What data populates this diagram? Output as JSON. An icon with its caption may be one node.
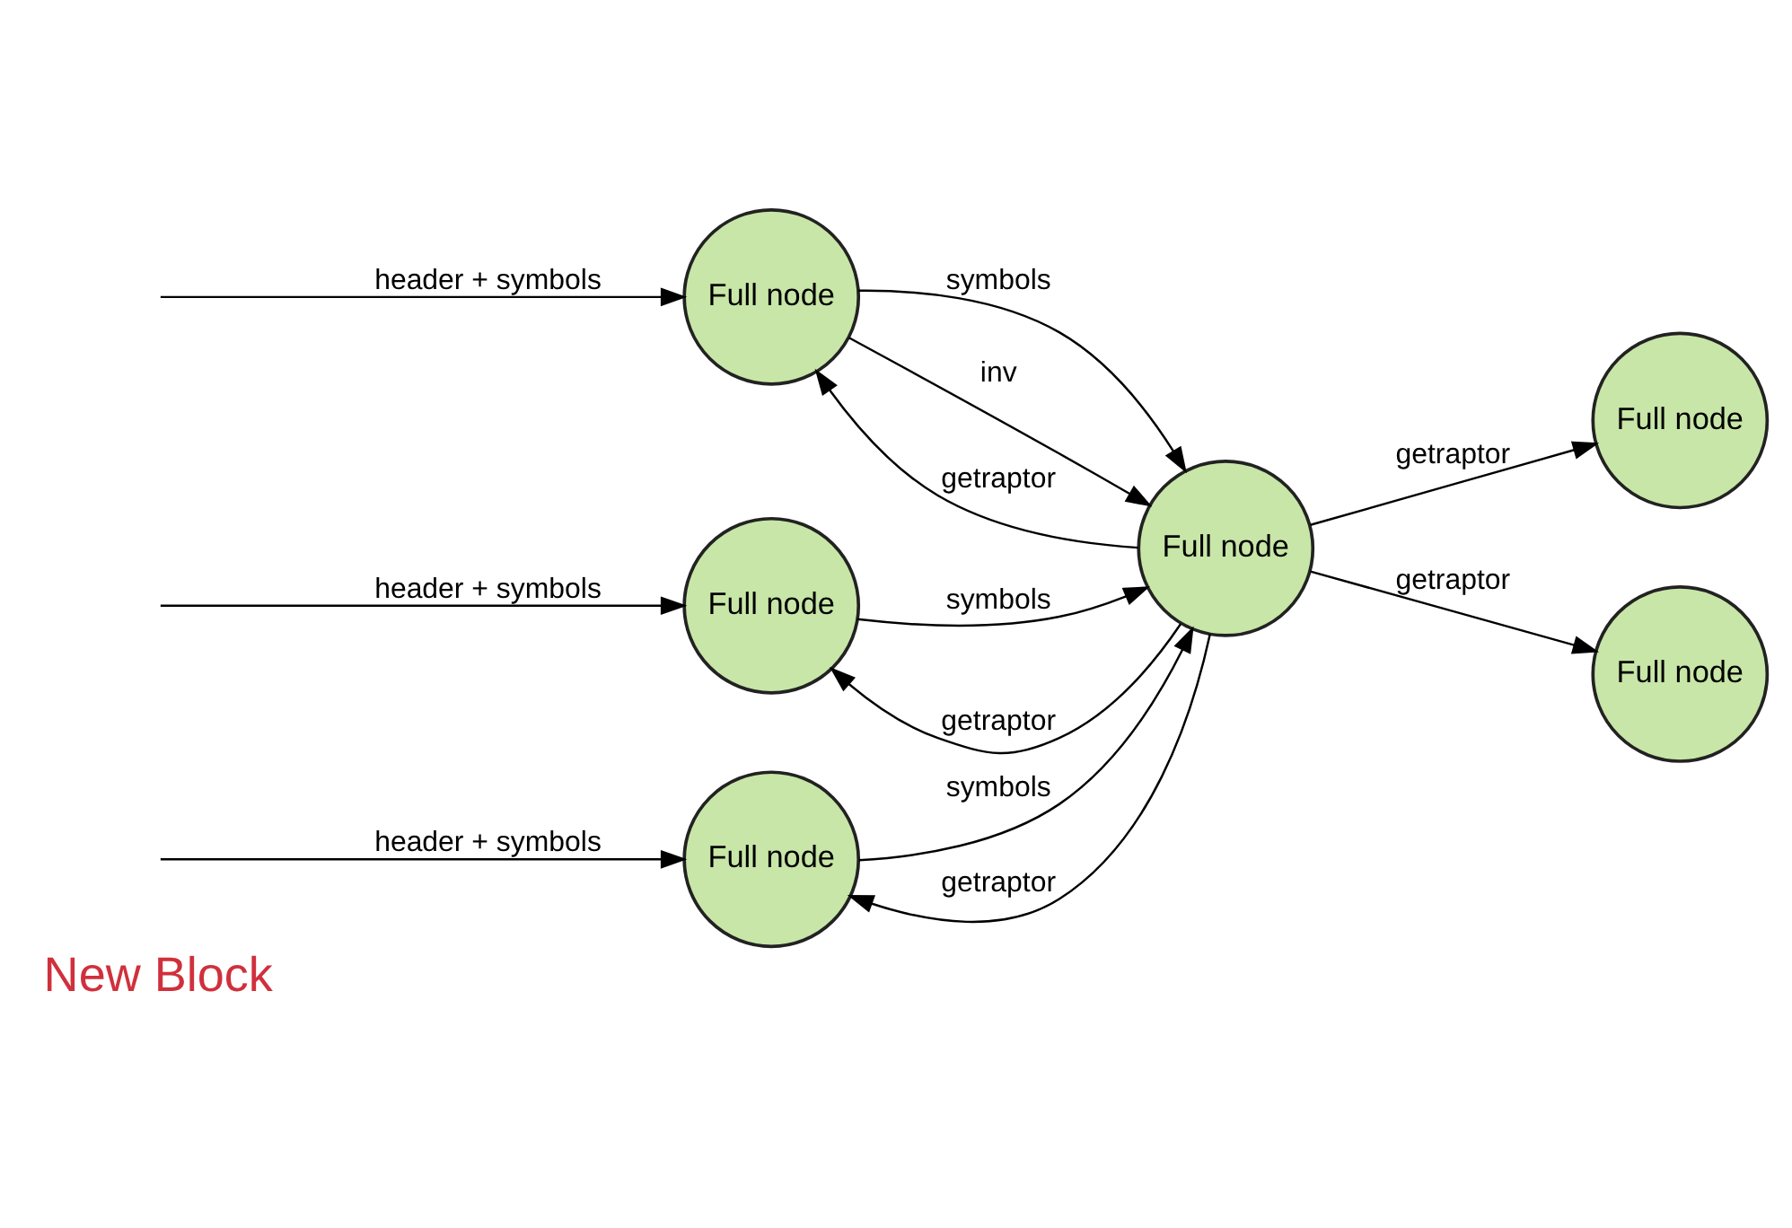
{
  "diagram": {
    "nodes": [
      {
        "text": [
          "Full node"
        ]
      },
      {
        "text": [
          "Full node"
        ]
      },
      {
        "text": [
          "Full node"
        ]
      },
      {
        "text": [
          "Full node"
        ]
      },
      {
        "text": [
          "Full node"
        ]
      },
      {
        "text": [
          "Full node"
        ]
      }
    ],
    "edges": [
      {
        "from": null,
        "to": 0,
        "arrow": "to",
        "label": "header + symbols"
      },
      {
        "from": null,
        "to": 2,
        "arrow": "to",
        "label": "header + symbols"
      },
      {
        "from": null,
        "to": 4,
        "arrow": "to",
        "label": "header + symbols"
      },
      {
        "from": 0,
        "to": 3,
        "arrow": "to",
        "label": "symbols"
      },
      {
        "from": 3,
        "to": 0,
        "arrow": "to",
        "label": "getraptor"
      },
      {
        "from": 2,
        "to": 3,
        "arrow": "to",
        "label": "symbols"
      },
      {
        "from": 2,
        "to": 3,
        "arrow": "to",
        "label": "inv"
      },
      {
        "from": 3,
        "to": 2,
        "arrow": "to",
        "label": "getraptor"
      },
      {
        "from": 3,
        "to": 4,
        "arrow": "to",
        "label": "getraptor"
      },
      {
        "from": 4,
        "to": 3,
        "arrow": "to",
        "label": "symbols"
      },
      {
        "from": 3,
        "to": 1,
        "arrow": "to",
        "label": "getraptor"
      },
      {
        "from": 3,
        "to": 5,
        "arrow": "to",
        "label": "getraptor"
      }
    ],
    "labels": [
      "New Block"
    ]
  }
}
